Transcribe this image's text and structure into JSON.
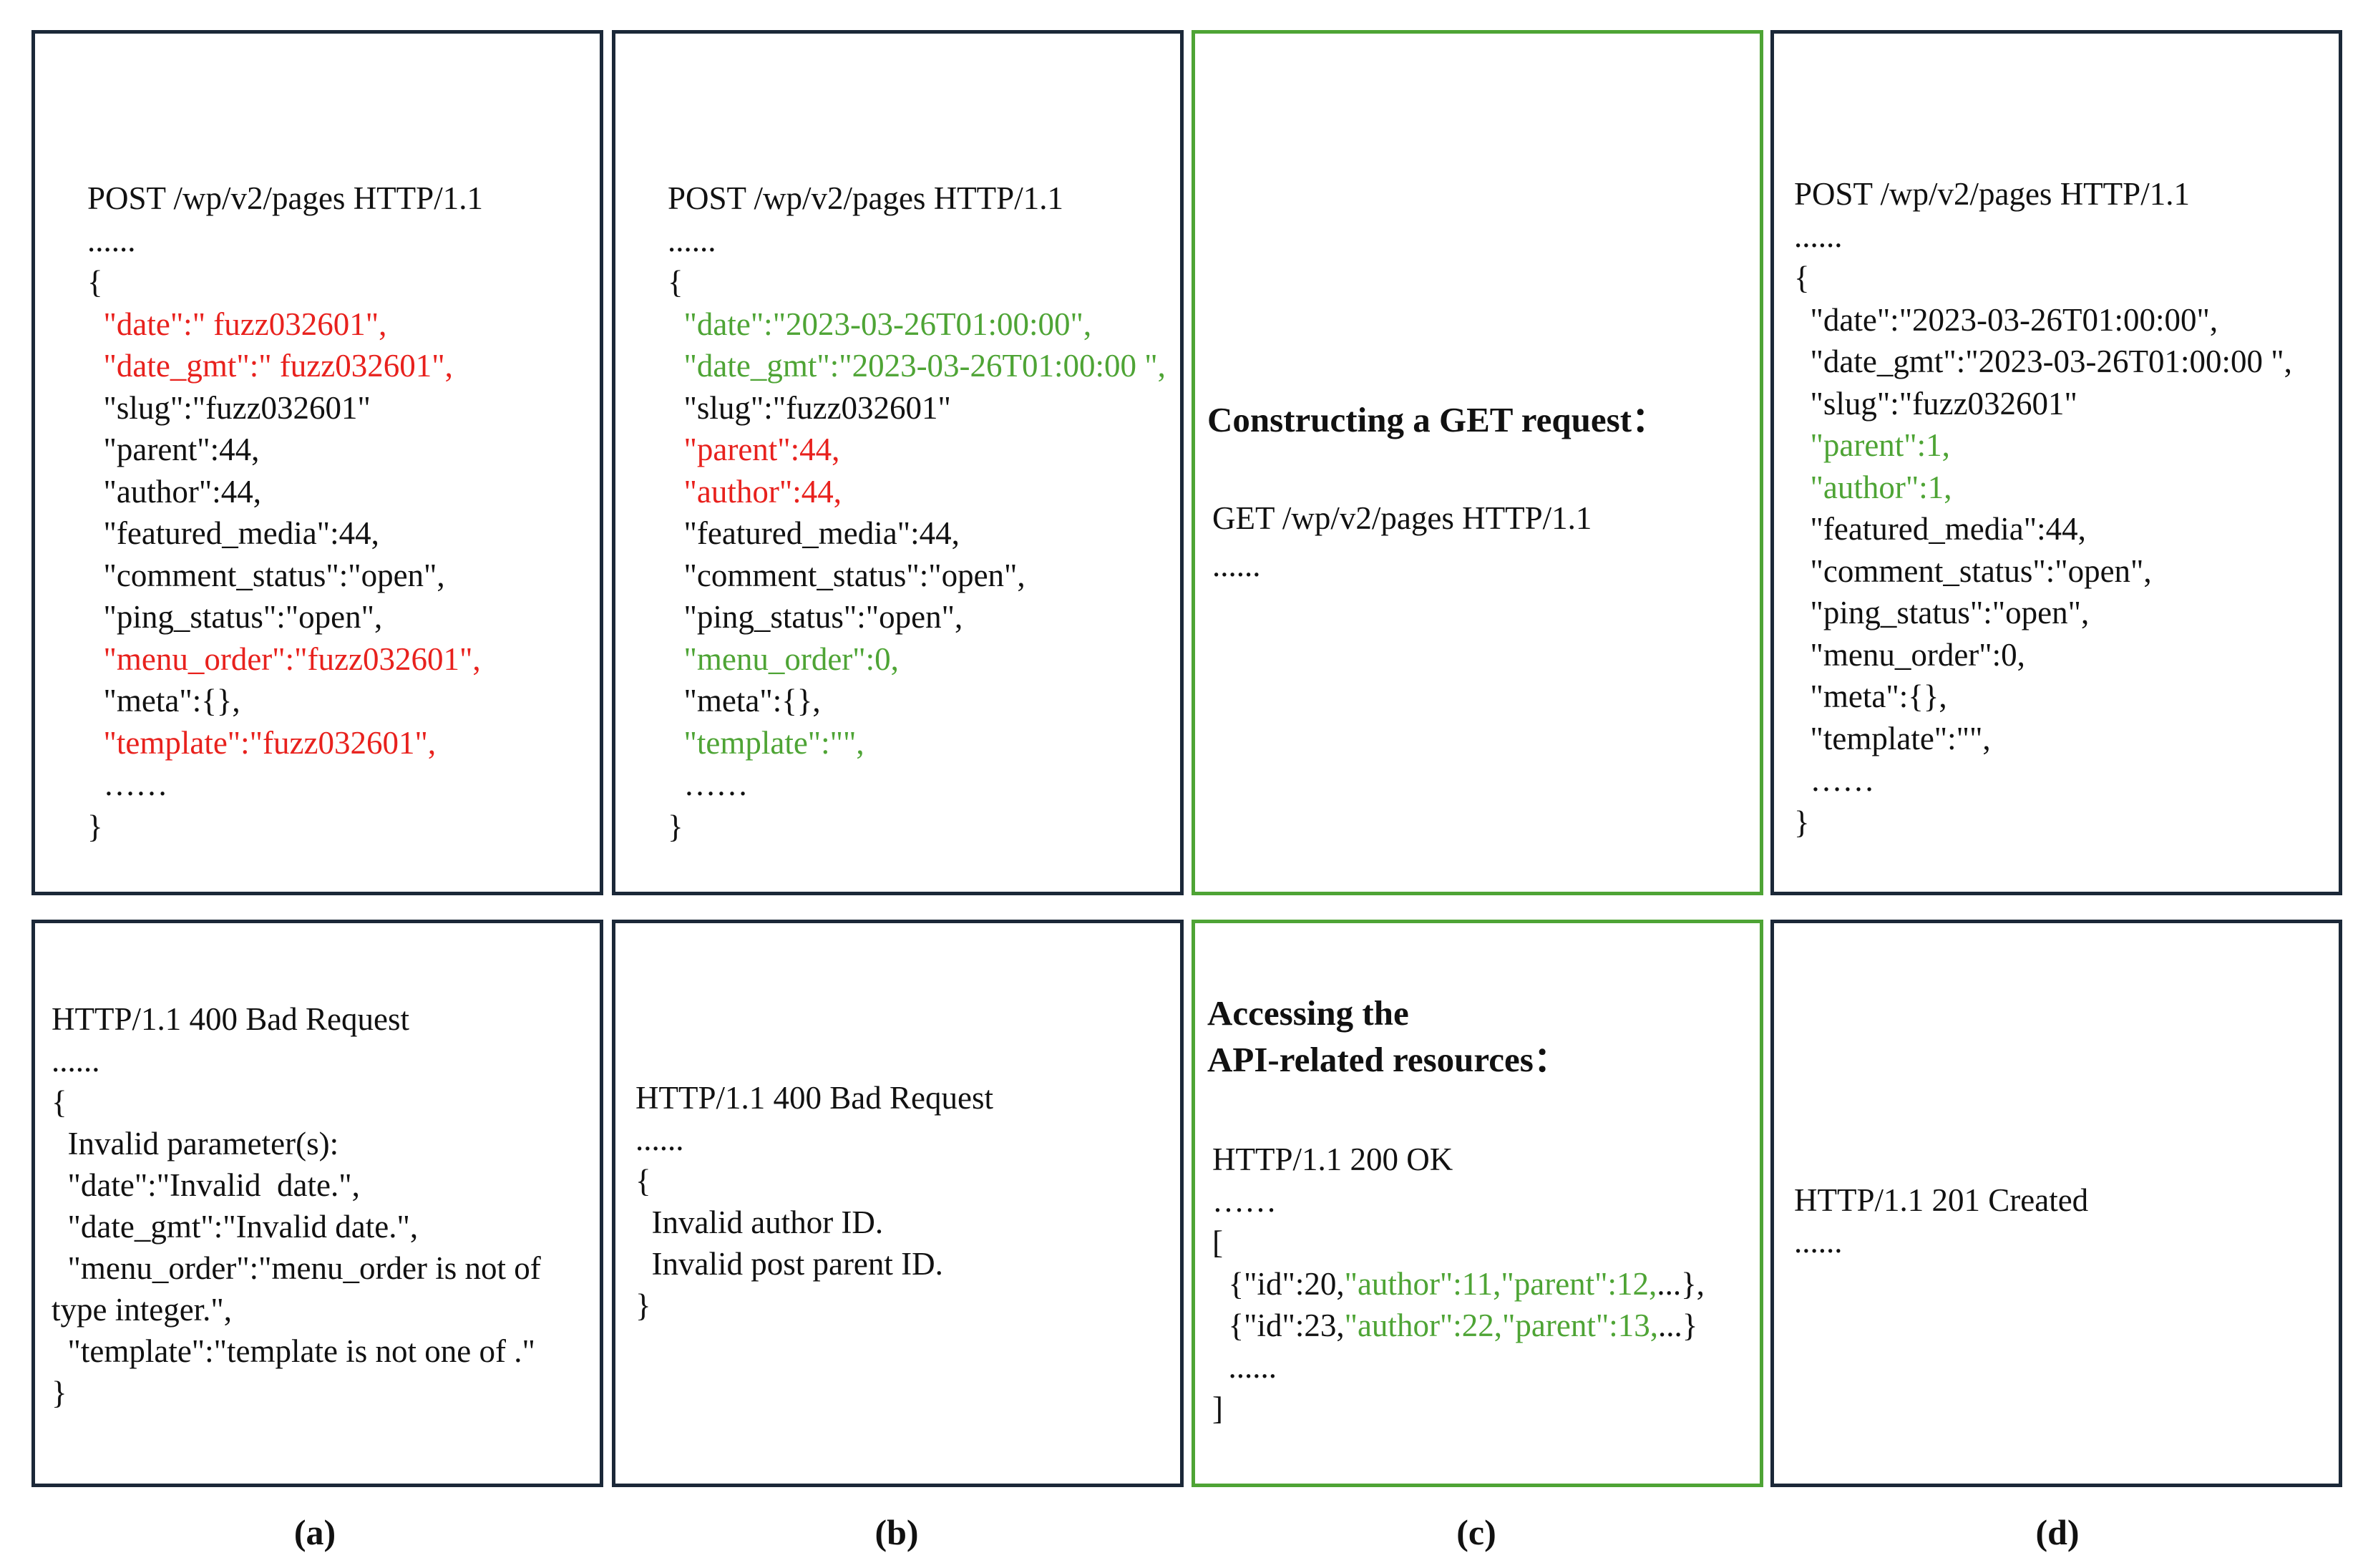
{
  "colors": {
    "frame": "#1b2838",
    "green_frame": "#4ea435",
    "error": "#e8211d",
    "ok": "#4ea435",
    "text": "#111111"
  },
  "panels": {
    "a_top": {
      "lines": [
        [
          {
            "t": "POST /wp/v2/pages HTTP/1.1"
          }
        ],
        [
          {
            "t": "......"
          }
        ],
        [
          {
            "t": "{"
          }
        ],
        [
          {
            "t": "  \"date\":\" fuzz032601\",",
            "c": "red"
          }
        ],
        [
          {
            "t": "  \"date_gmt\":\" fuzz032601\",",
            "c": "red"
          }
        ],
        [
          {
            "t": "  \"slug\":\"fuzz032601\""
          }
        ],
        [
          {
            "t": "  \"parent\":44,"
          }
        ],
        [
          {
            "t": "  \"author\":44,"
          }
        ],
        [
          {
            "t": "  \"featured_media\":44,"
          }
        ],
        [
          {
            "t": "  \"comment_status\":\"open\","
          }
        ],
        [
          {
            "t": "  \"ping_status\":\"open\","
          }
        ],
        [
          {
            "t": "  \"menu_order\":\"fuzz032601\",",
            "c": "red"
          }
        ],
        [
          {
            "t": "  \"meta\":{},"
          }
        ],
        [
          {
            "t": "  \"template\":\"fuzz032601\",",
            "c": "red"
          }
        ],
        [
          {
            "t": "  ……"
          }
        ],
        [
          {
            "t": "}"
          }
        ]
      ]
    },
    "b_top": {
      "lines": [
        [
          {
            "t": "POST /wp/v2/pages HTTP/1.1"
          }
        ],
        [
          {
            "t": "......"
          }
        ],
        [
          {
            "t": "{"
          }
        ],
        [
          {
            "t": "  \"date\":\"2023-03-26T01:00:00\",",
            "c": "grn"
          }
        ],
        [
          {
            "t": "  \"date_gmt\":\"2023-03-26T01:00:00 \",",
            "c": "grn"
          }
        ],
        [
          {
            "t": "  \"slug\":\"fuzz032601\""
          }
        ],
        [
          {
            "t": "  \"parent\":44,",
            "c": "red"
          }
        ],
        [
          {
            "t": "  \"author\":44,",
            "c": "red"
          }
        ],
        [
          {
            "t": "  \"featured_media\":44,"
          }
        ],
        [
          {
            "t": "  \"comment_status\":\"open\","
          }
        ],
        [
          {
            "t": "  \"ping_status\":\"open\","
          }
        ],
        [
          {
            "t": "  \"menu_order\":0,",
            "c": "grn"
          }
        ],
        [
          {
            "t": "  \"meta\":{},"
          }
        ],
        [
          {
            "t": "  \"template\":\"\",",
            "c": "grn"
          }
        ],
        [
          {
            "t": "  ……"
          }
        ],
        [
          {
            "t": "}"
          }
        ]
      ]
    },
    "c_top": {
      "heading": "Constructing a GET request：",
      "lines": [
        [
          {
            "t": "GET /wp/v2/pages HTTP/1.1"
          }
        ],
        [
          {
            "t": "......"
          }
        ]
      ]
    },
    "d_top": {
      "lines": [
        [
          {
            "t": "POST /wp/v2/pages HTTP/1.1"
          }
        ],
        [
          {
            "t": "......"
          }
        ],
        [
          {
            "t": "{"
          }
        ],
        [
          {
            "t": "  \"date\":\"2023-03-26T01:00:00\","
          }
        ],
        [
          {
            "t": "  \"date_gmt\":\"2023-03-26T01:00:00 \","
          }
        ],
        [
          {
            "t": "  \"slug\":\"fuzz032601\""
          }
        ],
        [
          {
            "t": "  \"parent\":1,",
            "c": "grn"
          }
        ],
        [
          {
            "t": "  \"author\":1,",
            "c": "grn"
          }
        ],
        [
          {
            "t": "  \"featured_media\":44,"
          }
        ],
        [
          {
            "t": "  \"comment_status\":\"open\","
          }
        ],
        [
          {
            "t": "  \"ping_status\":\"open\","
          }
        ],
        [
          {
            "t": "  \"menu_order\":0,"
          }
        ],
        [
          {
            "t": "  \"meta\":{},"
          }
        ],
        [
          {
            "t": "  \"template\":\"\","
          }
        ],
        [
          {
            "t": "  ……"
          }
        ],
        [
          {
            "t": "}"
          }
        ]
      ]
    },
    "a_bottom": {
      "lines": [
        [
          {
            "t": "HTTP/1.1 400 Bad Request"
          }
        ],
        [
          {
            "t": "......"
          }
        ],
        [
          {
            "t": "{"
          }
        ],
        [
          {
            "t": "  Invalid parameter(s):"
          }
        ],
        [
          {
            "t": "  \"date\":\"Invalid  date.\","
          }
        ],
        [
          {
            "t": "  \"date_gmt\":\"Invalid date.\","
          }
        ],
        [
          {
            "t": "  \"menu_order\":\"menu_order is not of"
          }
        ],
        [
          {
            "t": "type integer.\","
          }
        ],
        [
          {
            "t": "  \"template\":\"template is not one of .\""
          }
        ],
        [
          {
            "t": "}"
          }
        ]
      ]
    },
    "b_bottom": {
      "lines": [
        [
          {
            "t": "HTTP/1.1 400 Bad Request"
          }
        ],
        [
          {
            "t": "......"
          }
        ],
        [
          {
            "t": "{"
          }
        ],
        [
          {
            "t": "  Invalid author ID."
          }
        ],
        [
          {
            "t": "  Invalid post parent ID."
          }
        ],
        [
          {
            "t": "}"
          }
        ]
      ]
    },
    "c_bottom": {
      "heading": [
        "Accessing the",
        "API-related resources："
      ],
      "lines": [
        [
          {
            "t": "HTTP/1.1 200 OK"
          }
        ],
        [
          {
            "t": "……"
          }
        ],
        [
          {
            "t": "["
          }
        ],
        [
          {
            "t": "  {\"id\":20,"
          },
          {
            "t": "\"author\":11,\"parent\":12,",
            "c": "grn"
          },
          {
            "t": "...},"
          }
        ],
        [
          {
            "t": "  {\"id\":23,"
          },
          {
            "t": "\"author\":22,\"parent\":13,",
            "c": "grn"
          },
          {
            "t": "...}"
          }
        ],
        [
          {
            "t": "  ......"
          }
        ],
        [
          {
            "t": "]"
          }
        ]
      ]
    },
    "d_bottom": {
      "lines": [
        [
          {
            "t": "HTTP/1.1 201 Created"
          }
        ],
        [
          {
            "t": "......"
          }
        ]
      ]
    }
  },
  "captions": [
    "(a)",
    "(b)",
    "(c)",
    "(d)"
  ]
}
